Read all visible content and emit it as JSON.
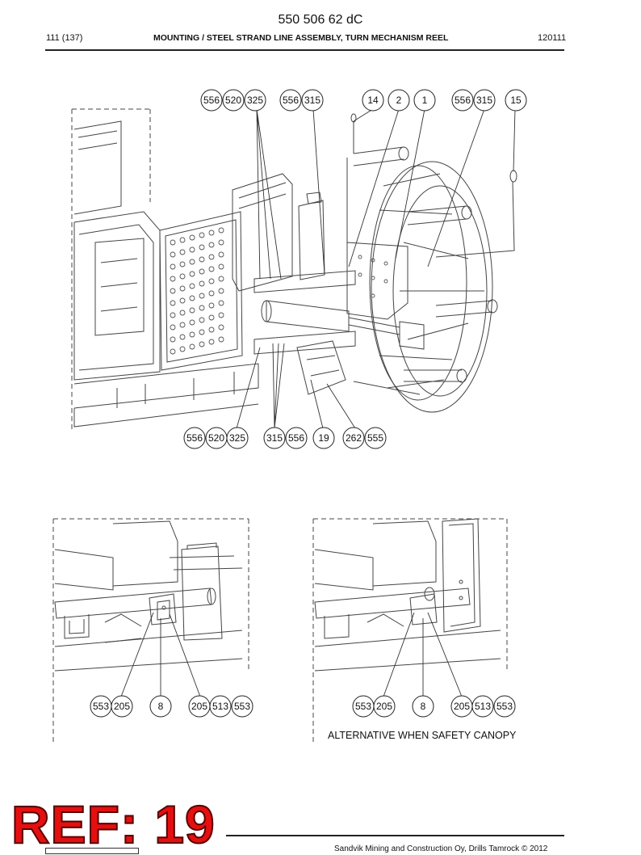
{
  "header": {
    "doc_code": "550 506 62 dC",
    "page": "111 (137)",
    "title": "MOUNTING / STEEL STRAND LINE ASSEMBLY, TURN MECHANISM REEL",
    "date": "120111"
  },
  "figure_main": {
    "callouts_top": [
      "556",
      "520",
      "325",
      "556",
      "315",
      "14",
      "2",
      "1",
      "556",
      "315",
      "15"
    ],
    "callouts_bottom": [
      "556",
      "520",
      "325",
      "315",
      "556",
      "19",
      "262",
      "555"
    ]
  },
  "figure_left": {
    "callouts": [
      "553",
      "205",
      "8",
      "205",
      "513",
      "553"
    ]
  },
  "figure_right": {
    "callouts": [
      "553",
      "205",
      "8",
      "205",
      "513",
      "553"
    ],
    "caption": "ALTERNATIVE WHEN SAFETY CANOPY"
  },
  "stamp": {
    "text": "REF: 19",
    "color": "#e41010"
  },
  "footer": {
    "copyright": "Sandvik Mining and Construction Oy, Drills Tamrock © 2012"
  }
}
